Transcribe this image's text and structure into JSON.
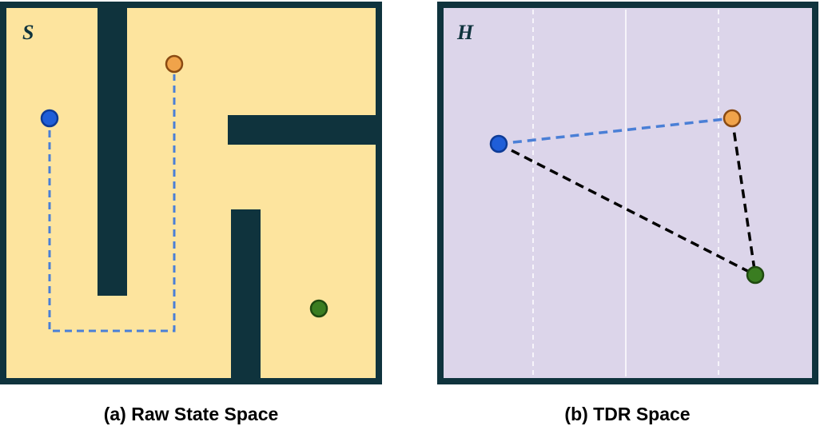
{
  "panels": [
    {
      "letter": "S",
      "caption": "(a) Raw State Space",
      "background_color": "#fde49e",
      "frame_color": "#0f333d"
    },
    {
      "letter": "H",
      "caption": "(b) TDR Space",
      "background_color": "#dcd5ea",
      "frame_color": "#0f333d"
    }
  ],
  "colors": {
    "blue_node": "#1f5ed8",
    "orange_node": "#f0a34a",
    "green_node": "#3a7d21",
    "blue_path": "#4a7fd6",
    "black_path": "#000000",
    "wall": "#0f333d",
    "grid_line": "#ffffff"
  }
}
